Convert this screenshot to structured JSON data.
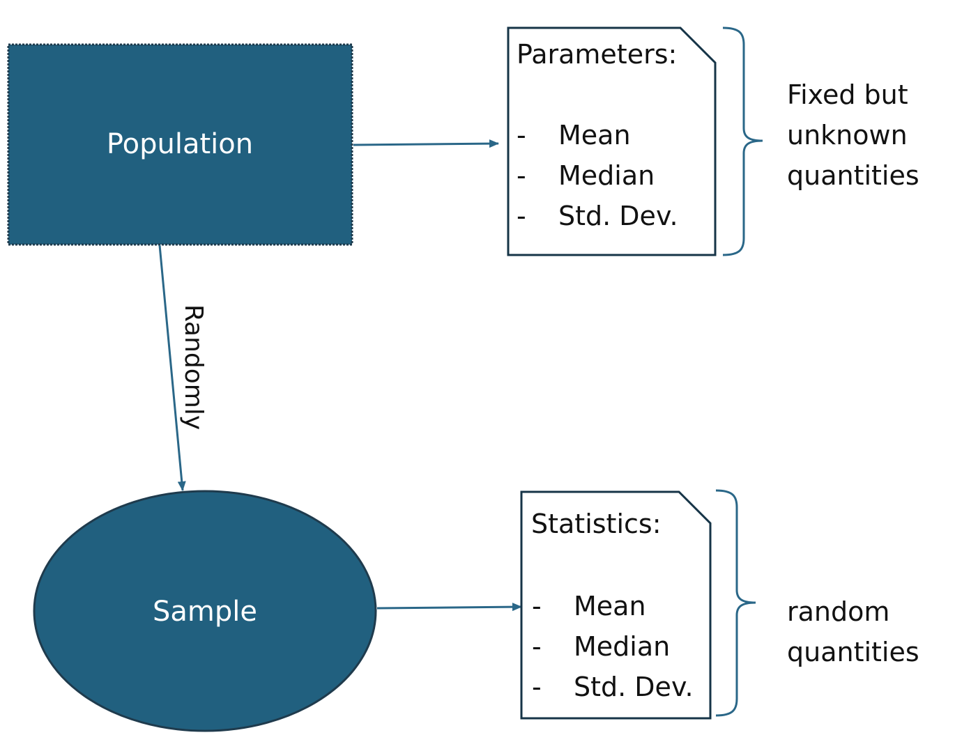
{
  "colors": {
    "node_fill": "#21607F",
    "node_stroke": "#1F3B4D",
    "doc_stroke": "#163447",
    "arrow": "#2A6788",
    "text_dark": "#111111",
    "text_light": "#FFFFFF"
  },
  "population": {
    "label": "Population"
  },
  "sample": {
    "label": "Sample"
  },
  "edge_random": {
    "label": "Randomly"
  },
  "parameters": {
    "title": "Parameters:",
    "items": [
      {
        "dash": "-",
        "text": "Mean"
      },
      {
        "dash": "-",
        "text": "Median"
      },
      {
        "dash": "-",
        "text": "Std. Dev."
      }
    ]
  },
  "statistics": {
    "title": "Statistics:",
    "items": [
      {
        "dash": "-",
        "text": "Mean"
      },
      {
        "dash": "-",
        "text": "Median"
      },
      {
        "dash": "-",
        "text": "Std. Dev."
      }
    ]
  },
  "fixed_note": {
    "lines": [
      "Fixed but",
      "unknown",
      "quantities"
    ]
  },
  "random_note": {
    "lines": [
      "random",
      "quantities"
    ]
  }
}
